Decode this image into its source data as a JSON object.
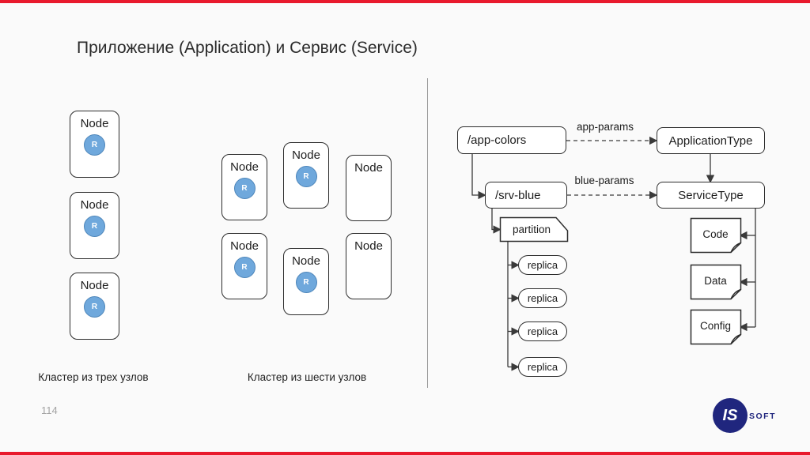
{
  "slide": {
    "title": "Приложение (Application) и Сервис (Service)",
    "page_number": "114"
  },
  "clusters": {
    "node_label": "Node",
    "replica_letter": "R",
    "three_nodes_caption": "Кластер из трех узлов",
    "six_nodes_caption": "Кластер из шести узлов"
  },
  "diagram": {
    "app_colors_label": "/app-colors",
    "application_type_label": "ApplicationType",
    "srv_blue_label": "/srv-blue",
    "service_type_label": "ServiceType",
    "app_params_label": "app-params",
    "blue_params_label": "blue-params",
    "partition_label": "partition",
    "replica_labels": [
      "replica",
      "replica",
      "replica",
      "replica"
    ],
    "doc_labels": [
      "Code",
      "Data",
      "Config"
    ]
  },
  "footer": {
    "logo_circle_text": "IS",
    "logo_brand_text": "SOFT"
  },
  "colors": {
    "accent_line": "#e8192c",
    "replica_circle_fill": "#6fa8dc",
    "box_border": "#2d2d2d",
    "logo_navy": "#20267e"
  }
}
